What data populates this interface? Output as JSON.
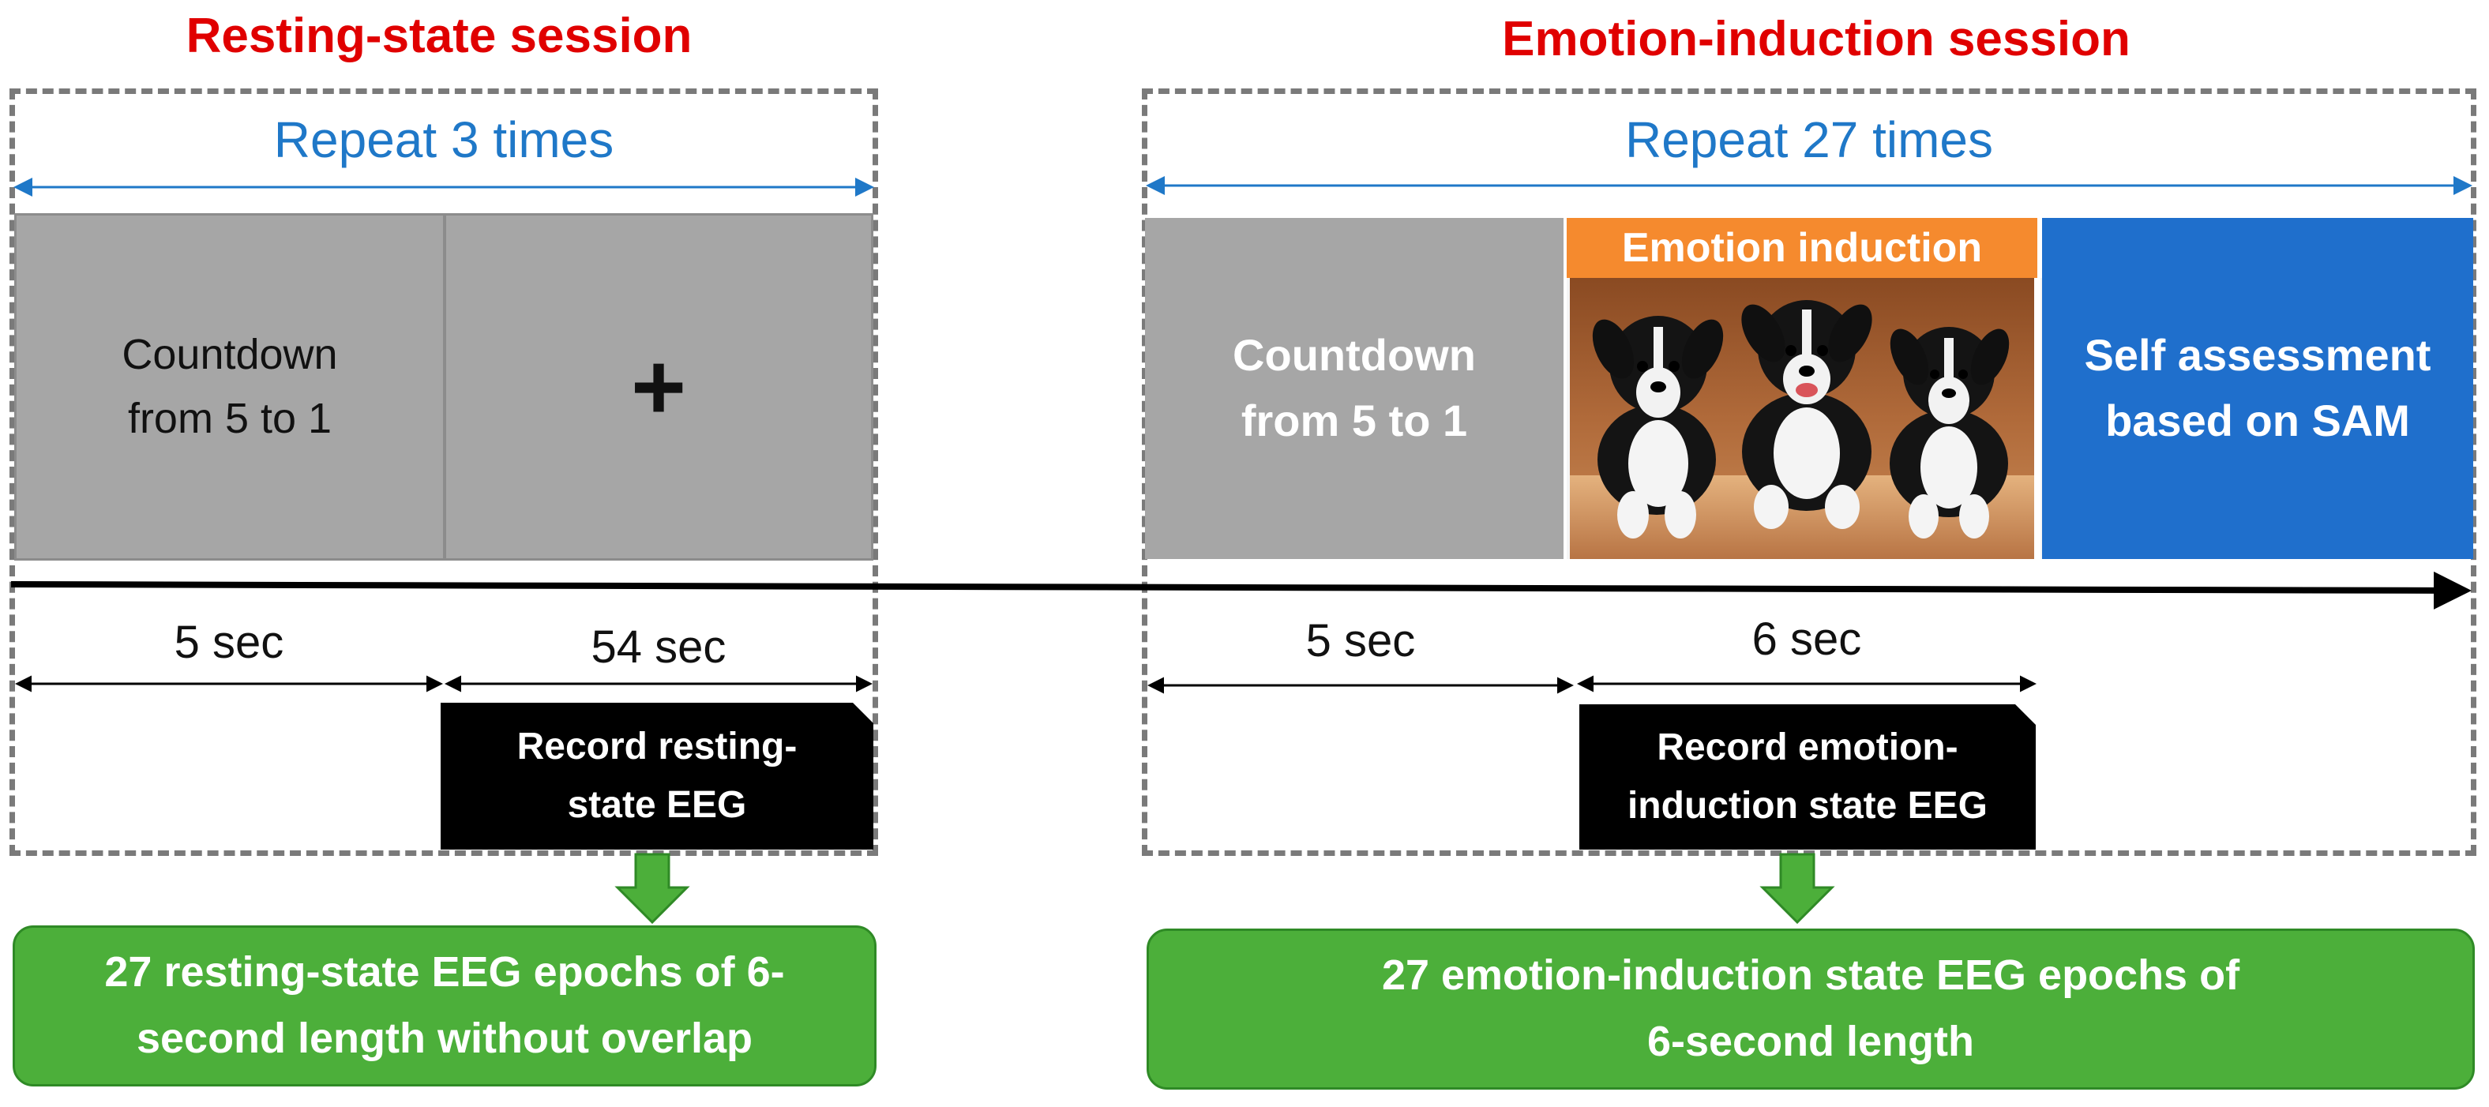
{
  "resting": {
    "title": "Resting-state session",
    "repeat": "Repeat 3 times",
    "countdown_line1": "Countdown",
    "countdown_line2": "from 5 to 1",
    "fixation": "+",
    "dur1": "5 sec",
    "dur2": "54 sec",
    "record_line1": "Record resting-",
    "record_line2": "state EEG",
    "result_line1": "27 resting-state EEG epochs of 6-",
    "result_line2": "second length without overlap"
  },
  "emotion": {
    "title": "Emotion-induction session",
    "repeat": "Repeat 27 times",
    "countdown_line1": "Countdown",
    "countdown_line2": "from 5 to 1",
    "induction_label": "Emotion induction",
    "self_line1": "Self assessment",
    "self_line2": "based on SAM",
    "dur1": "5 sec",
    "dur2": "6 sec",
    "record_line1": "Record emotion-",
    "record_line2": "induction state EEG",
    "result_line1": "27 emotion-induction state EEG epochs of",
    "result_line2": "6-second length"
  },
  "colors": {
    "title": "#e00000",
    "repeat": "#1f78c8",
    "gray_box": "#a6a6a6",
    "orange_header": "#f58a2e",
    "blue_box": "#1f6fcc",
    "green_result": "#4caf3a"
  }
}
